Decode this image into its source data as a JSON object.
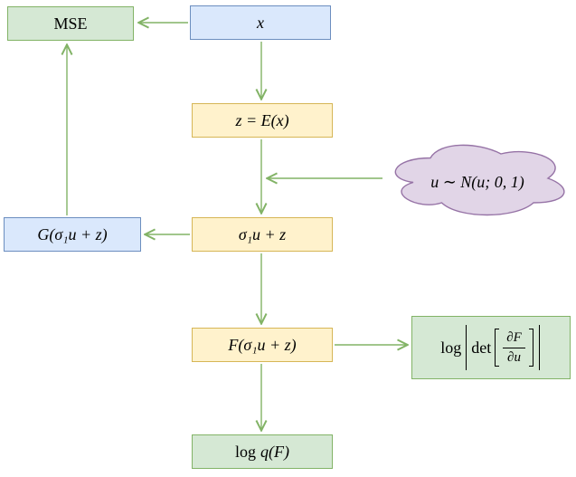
{
  "diagram": {
    "nodes": {
      "mse": {
        "label": "MSE"
      },
      "x": {
        "label": "x"
      },
      "z": {
        "label": "z = E(x)"
      },
      "noise": {
        "label": "u ∼ N(u; 0, 1)"
      },
      "sigma_u_z": {
        "label": "σ₁u + z"
      },
      "g": {
        "label": "G(σ₁u + z)"
      },
      "f": {
        "label": "F(σ₁u + z)"
      },
      "log_q": {
        "log": "log",
        "expr": "q(F)"
      },
      "log_det": {
        "log": "log",
        "det": "det",
        "numerator": "∂F",
        "denominator": "∂u"
      }
    },
    "colors": {
      "green_fill": "#d5e8d4",
      "green_stroke": "#82b366",
      "blue_fill": "#dae8fc",
      "blue_stroke": "#6c8ebf",
      "yellow_fill": "#fff2cc",
      "yellow_stroke": "#d6b656",
      "purple_fill": "#e1d5e7",
      "purple_stroke": "#9673a6",
      "arrow": "#82b366"
    }
  }
}
